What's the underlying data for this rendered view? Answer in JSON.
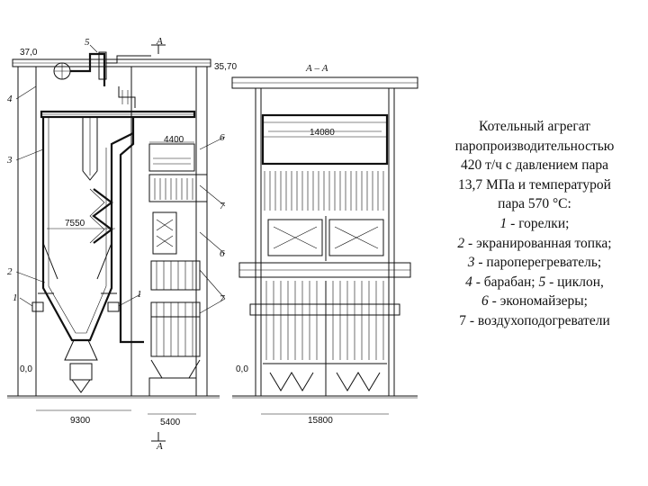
{
  "caption": {
    "lines": [
      "Котельный агрегат",
      "паропроизводительностью",
      "420 т/ч с давлением пара",
      "13,7 МПа и температурой",
      "пара 570 °С:"
    ],
    "items": [
      {
        "num": "1",
        "text": " - горелки;"
      },
      {
        "num": "2",
        "text": " - экранированная топка;"
      },
      {
        "num": "3",
        "text": " - пароперегреватель;"
      },
      {
        "num": "4",
        "text": " - барабан; "
      },
      {
        "num": "5",
        "text": " - циклон,"
      },
      {
        "num": "6",
        "text": " - экономайзеры;"
      },
      {
        "num": "7",
        "text": " - воздухоподогреватели"
      }
    ]
  },
  "drawing": {
    "elevations": {
      "top_left": "37,0",
      "top_right": "35,70",
      "ground_left": "0,0",
      "ground_right": "0,0"
    },
    "dims": {
      "furnace_width": "9300",
      "furnace_height": "7550",
      "convective_width": "4400",
      "shaft_width": "5400",
      "section_width_top": "14080",
      "section_width_bottom": "15800"
    },
    "section": {
      "mark": "А",
      "title": "А – А"
    },
    "labels": [
      "1",
      "2",
      "3",
      "4",
      "5",
      "6",
      "7"
    ]
  }
}
